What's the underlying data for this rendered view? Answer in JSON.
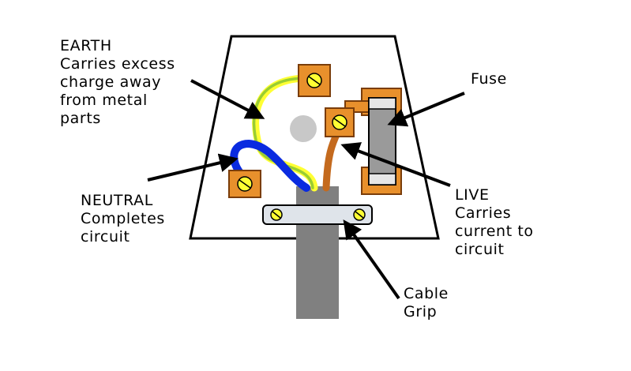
{
  "labels": {
    "earth": {
      "title": "EARTH",
      "lines": [
        "Carries excess",
        "charge away",
        "from metal",
        "parts"
      ]
    },
    "neutral": {
      "title": "NEUTRAL",
      "lines": [
        "Completes",
        "circuit"
      ]
    },
    "fuse": {
      "title": "Fuse"
    },
    "live": {
      "title": "LIVE",
      "lines": [
        "Carries",
        "current to",
        "circuit"
      ]
    },
    "cable_grip": {
      "title": "Cable",
      "lines": [
        "Grip"
      ]
    }
  },
  "colors": {
    "earth_wire_green": "#9acd32",
    "earth_wire_yellow": "#ffff33",
    "neutral_wire": "#0a2be0",
    "live_wire": "#c46a1e",
    "terminal": "#e8902c",
    "cable": "#808080",
    "fuse_body": "#9a9a9a",
    "grip": "#dfe4ea"
  }
}
